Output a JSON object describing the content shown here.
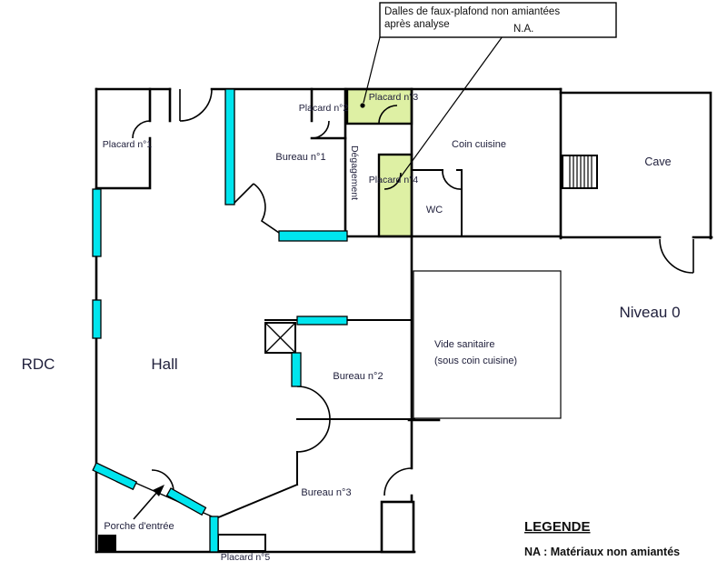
{
  "annotation": {
    "line1": "Dalles de faux-plafond non amiantées",
    "line2": "après analyse",
    "na": "N.A."
  },
  "levels": {
    "rdc": "RDC",
    "niveau0": "Niveau 0"
  },
  "rooms": {
    "placard1": "Placard n°1",
    "bureau1": "Bureau n°1",
    "placard2": "Placard n°2",
    "placard3": "Placard n°3",
    "degagement": "Dégagement",
    "placard4": "Placard n°4",
    "coin_cuisine": "Coin cuisine",
    "wc": "WC",
    "cave": "Cave",
    "hall": "Hall",
    "bureau2": "Bureau n°2",
    "bureau3": "Bureau n°3",
    "porche": "Porche d'entrée",
    "placard5": "Placard n°5"
  },
  "vide": {
    "line1": "Vide sanitaire",
    "line2": "(sous coin cuisine)"
  },
  "legend": {
    "title": "LEGENDE",
    "entry": "NA : Matériaux non amiantés"
  },
  "colors": {
    "wall": "#000000",
    "label": "#21213d",
    "annotation_text": "#111111",
    "highlight_cyan": "#00e5ee",
    "highlight_green": "#def0a4"
  }
}
